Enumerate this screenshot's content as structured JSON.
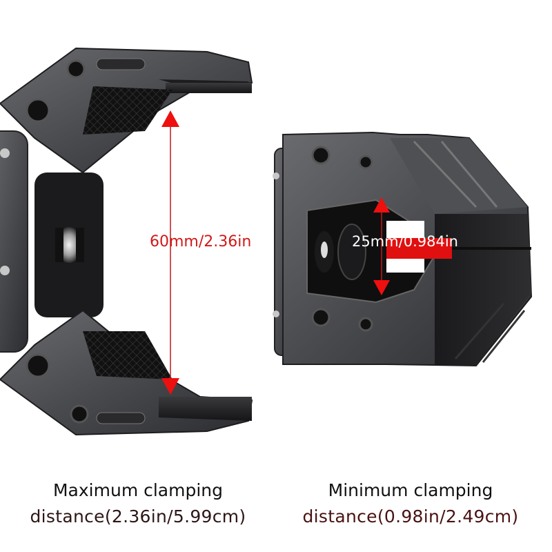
{
  "product_image": {
    "description": "Metal phone clamp shown open (left) and closed (right) with clamping range measurements",
    "accent_color": "#e01010",
    "metal_color": "#4a4b4e"
  },
  "annotations": {
    "max_measurement": "60mm/2.36in",
    "min_measurement": "25mm/0.984in"
  },
  "captions": {
    "left": {
      "title": "Maximum clamping",
      "subtitle": "distance(2.36in/5.99cm)"
    },
    "right": {
      "title": "Minimum clamping",
      "subtitle": "distance(0.98in/2.49cm)"
    }
  }
}
